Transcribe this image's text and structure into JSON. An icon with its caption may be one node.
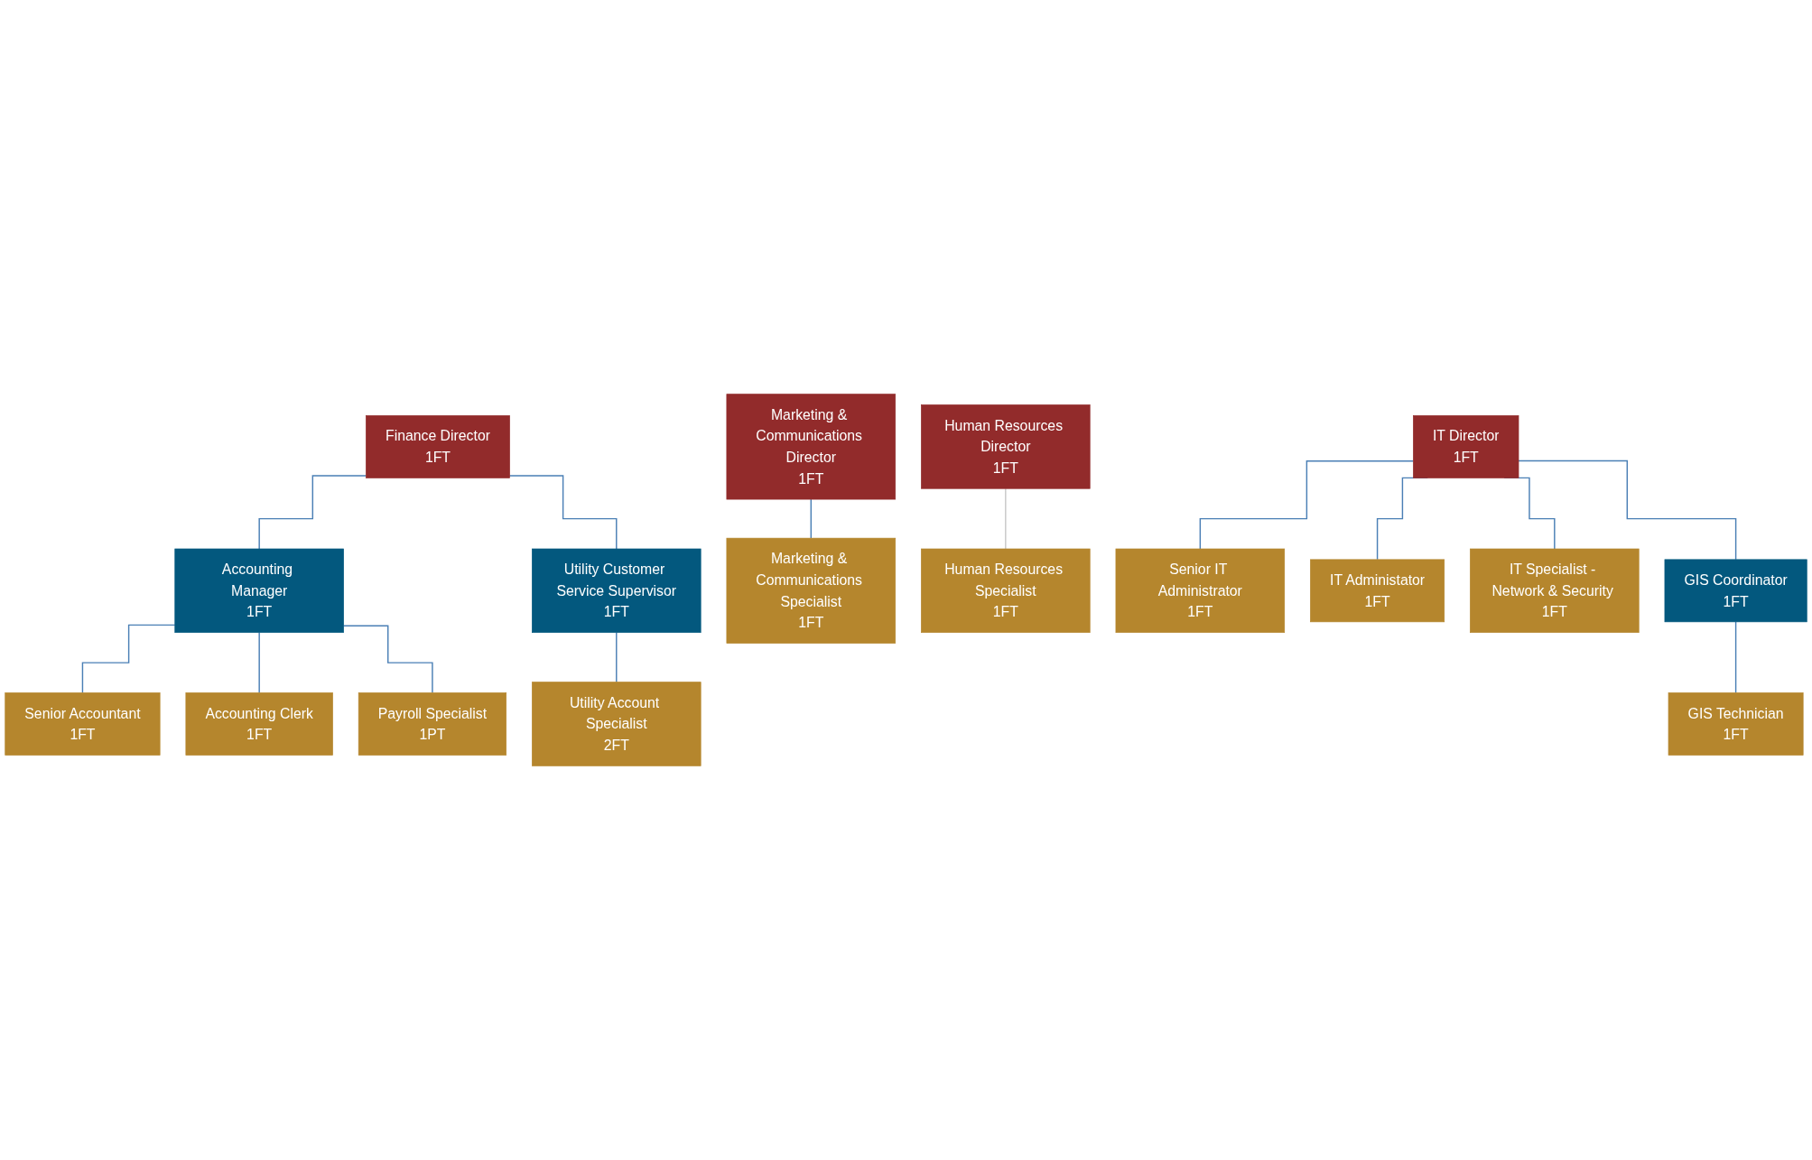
{
  "diagram": {
    "nodes": [
      {
        "text": [
          "Finance Director",
          "1FT"
        ]
      },
      {
        "text": [
          "Accounting Manager",
          "1FT"
        ]
      },
      {
        "text": [
          "Utility Customer Service Supervisor",
          "1FT"
        ]
      },
      {
        "text": [
          "Senior Accountant",
          "1FT"
        ]
      },
      {
        "text": [
          "Accounting Clerk",
          "1FT"
        ]
      },
      {
        "text": [
          "Payroll Specialist",
          "1PT"
        ]
      },
      {
        "text": [
          "Utility Account Specialist",
          "2FT"
        ]
      },
      {
        "text": [
          "Marketing & Communications Director",
          "1FT"
        ]
      },
      {
        "text": [
          "Marketing & Communications Specialist",
          "1FT"
        ]
      },
      {
        "text": [
          "Human Resources Director",
          "1FT"
        ]
      },
      {
        "text": [
          "Human Resources Specialist",
          "1FT"
        ]
      },
      {
        "text": [
          "IT Director",
          "1FT"
        ]
      },
      {
        "text": [
          "Senior IT Administrator",
          "1FT"
        ]
      },
      {
        "text": [
          "IT Administator",
          "1FT"
        ]
      },
      {
        "text": [
          "IT Specialist - Network & Security 1FT"
        ]
      },
      {
        "text": [
          "GIS Coordinator",
          "1FT"
        ]
      },
      {
        "text": [
          "GIS Technician",
          "1FT"
        ]
      }
    ],
    "edges": [
      {
        "from": 0,
        "to": 1,
        "arrow": "none"
      },
      {
        "from": 0,
        "to": 2,
        "arrow": "none"
      },
      {
        "from": 1,
        "to": 3,
        "arrow": "none"
      },
      {
        "from": 1,
        "to": 4,
        "arrow": "none"
      },
      {
        "from": 1,
        "to": 5,
        "arrow": "none"
      },
      {
        "from": 2,
        "to": 6,
        "arrow": "none"
      },
      {
        "from": 7,
        "to": 8,
        "arrow": "none"
      },
      {
        "from": 9,
        "to": 10,
        "arrow": "none",
        "color": "#c8c8c8"
      },
      {
        "from": 11,
        "to": 12,
        "arrow": "none"
      },
      {
        "from": 11,
        "to": 13,
        "arrow": "none"
      },
      {
        "from": 11,
        "to": 14,
        "arrow": "none"
      },
      {
        "from": 11,
        "to": 15,
        "arrow": "none"
      },
      {
        "from": 15,
        "to": 16,
        "arrow": "none"
      }
    ]
  }
}
